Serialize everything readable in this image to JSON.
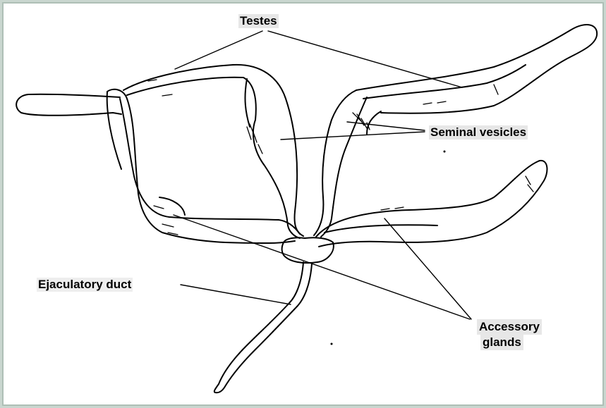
{
  "labels": {
    "testes": "Testes",
    "seminal_vesicles": "Seminal vesicles",
    "ejaculatory_duct": "Ejaculatory duct",
    "accessory_glands_line1": "Accessory",
    "accessory_glands_line2": "glands"
  },
  "colors": {
    "frame": "#c9d6cf",
    "background": "#ffffff",
    "ink": "#000000",
    "label_background": "#e7e7e7"
  }
}
